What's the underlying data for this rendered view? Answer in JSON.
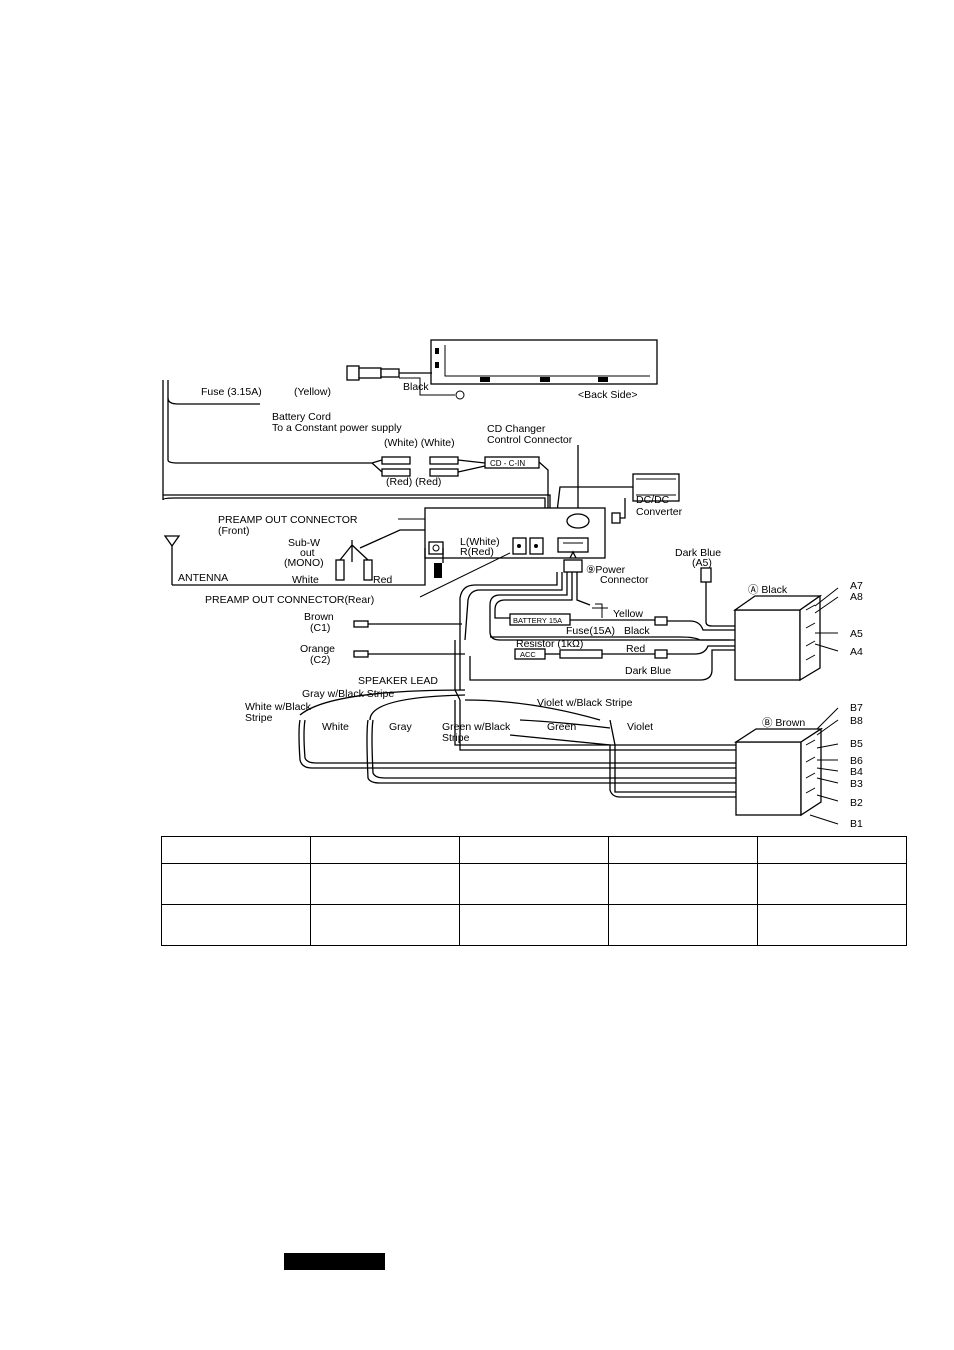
{
  "labels": {
    "fuse_315": "Fuse (3.15A)",
    "yellow_top": "(Yellow)",
    "black_top": "Black",
    "back_side": "<Back Side>",
    "battery_cord": "Battery Cord",
    "constant_power": "To a Constant power supply",
    "white_white": "(White) (White)",
    "red_red": "(Red) (Red)",
    "cd_changer": "CD Changer",
    "control_connector": "Control Connector",
    "cd_c_in": "CD - C-IN",
    "dcdc": "DC/DC",
    "converter": "Converter",
    "preamp_front": "PREAMP OUT CONNECTOR",
    "front": "(Front)",
    "subw": "Sub-W",
    "out": "out",
    "mono": "(MONO)",
    "l_white": "L(White)",
    "r_red": "R(Red)",
    "antenna": "ANTENNA",
    "white_sub": "White",
    "red_sub": "Red",
    "preamp_rear": "PREAMP OUT CONNECTOR(Rear)",
    "power_connector_num": "⑨Power",
    "connector": "Connector",
    "dark_blue_top": "Dark Blue",
    "a5_paren": "(A5)",
    "a_black": "Ⓐ Black",
    "brown": "Brown",
    "c1": "(C1)",
    "orange": "Orange",
    "c2": "(C2)",
    "battery_15a": "BATTERY 15A",
    "yellow_mid": "Yellow",
    "fuse_15a": "Fuse(15A)",
    "black_mid": "Black",
    "resistor": "Resistor (1kΩ)",
    "acc": "ACC",
    "red_mid": "Red",
    "dark_blue_mid": "Dark Blue",
    "speaker_lead": "SPEAKER LEAD",
    "gray_wbs": "Gray w/Black Stripe",
    "white_wb": "White w/Black",
    "stripe": "Stripe",
    "violet_wbs": "Violet w/Black Stripe",
    "b_brown": "Ⓑ Brown",
    "white_spk": "White",
    "gray_spk": "Gray",
    "green_wb": "Green w/Black",
    "stripe2": "Stripe",
    "green_spk": "Green",
    "violet_spk": "Violet"
  },
  "pins_a": [
    "A7",
    "A8",
    "A5",
    "A4"
  ],
  "pins_b": [
    "B7",
    "B8",
    "B5",
    "B6",
    "B4",
    "B3",
    "B2",
    "B1"
  ],
  "table": {
    "rows": [
      [
        "",
        "",
        "",
        "",
        ""
      ],
      [
        "",
        "",
        "",
        "",
        ""
      ],
      [
        "",
        "",
        "",
        "",
        ""
      ]
    ]
  }
}
